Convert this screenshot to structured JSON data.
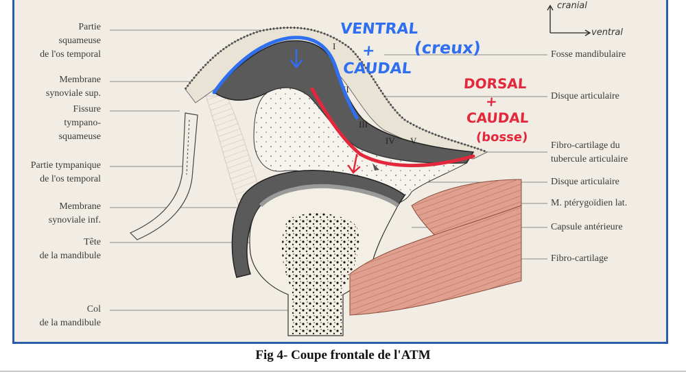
{
  "left_labels": [
    {
      "id": "partie-squameuse",
      "lines": [
        "Partie",
        "squameuse",
        "de l'os temporal"
      ]
    },
    {
      "id": "membrane-synoviale-sup",
      "lines": [
        "Membrane",
        "synoviale sup."
      ]
    },
    {
      "id": "fissure-tympano-squameuse",
      "lines": [
        "Fissure",
        "tympano-",
        "squameuse"
      ]
    },
    {
      "id": "partie-tympanique",
      "lines": [
        "Partie tympanique",
        "de l'os temporal"
      ]
    },
    {
      "id": "membrane-synoviale-inf",
      "lines": [
        "Membrane",
        "synoviale inf."
      ]
    },
    {
      "id": "tete-mandibule",
      "lines": [
        "Tête",
        "de la mandibule"
      ]
    },
    {
      "id": "col-mandibule",
      "lines": [
        "Col",
        "de la mandibule"
      ]
    }
  ],
  "right_labels": [
    {
      "id": "fosse-mandibulaire",
      "lines": [
        "Fosse mandibulaire"
      ]
    },
    {
      "id": "disque-articulaire-1",
      "lines": [
        "Disque articulaire"
      ]
    },
    {
      "id": "fibro-cartilage-tubercule",
      "lines": [
        "Fibro-cartilage du",
        "tubercule articulaire"
      ]
    },
    {
      "id": "disque-articulaire-2",
      "lines": [
        "Disque articulaire"
      ]
    },
    {
      "id": "pterygoidien",
      "lines": [
        "M. ptérygoïdien lat."
      ]
    },
    {
      "id": "capsule-anterieure",
      "lines": [
        "Capsule antérieure"
      ]
    },
    {
      "id": "fibro-cartilage",
      "lines": [
        "Fibro-cartilage"
      ]
    }
  ],
  "roman_numerals": [
    "I",
    "II",
    "III",
    "IV",
    "V"
  ],
  "annotations": {
    "ventral": "VENTRAL",
    "plus1": "+",
    "caudal1": "CAUDAL",
    "creux": "(creux)",
    "dorsal": "DORSAL",
    "plus2": "+",
    "caudal2": "CAUDAL",
    "bosse": "(bosse)",
    "cranial": "cranial",
    "ventral_axis": "ventral"
  },
  "caption": "Fig 4- Coupe frontale de l'ATM",
  "colors": {
    "blue_annotation": "#2f6ff0",
    "red_annotation": "#e4283c",
    "frame_border": "#2a5da8",
    "muscle": "#e0a090"
  }
}
